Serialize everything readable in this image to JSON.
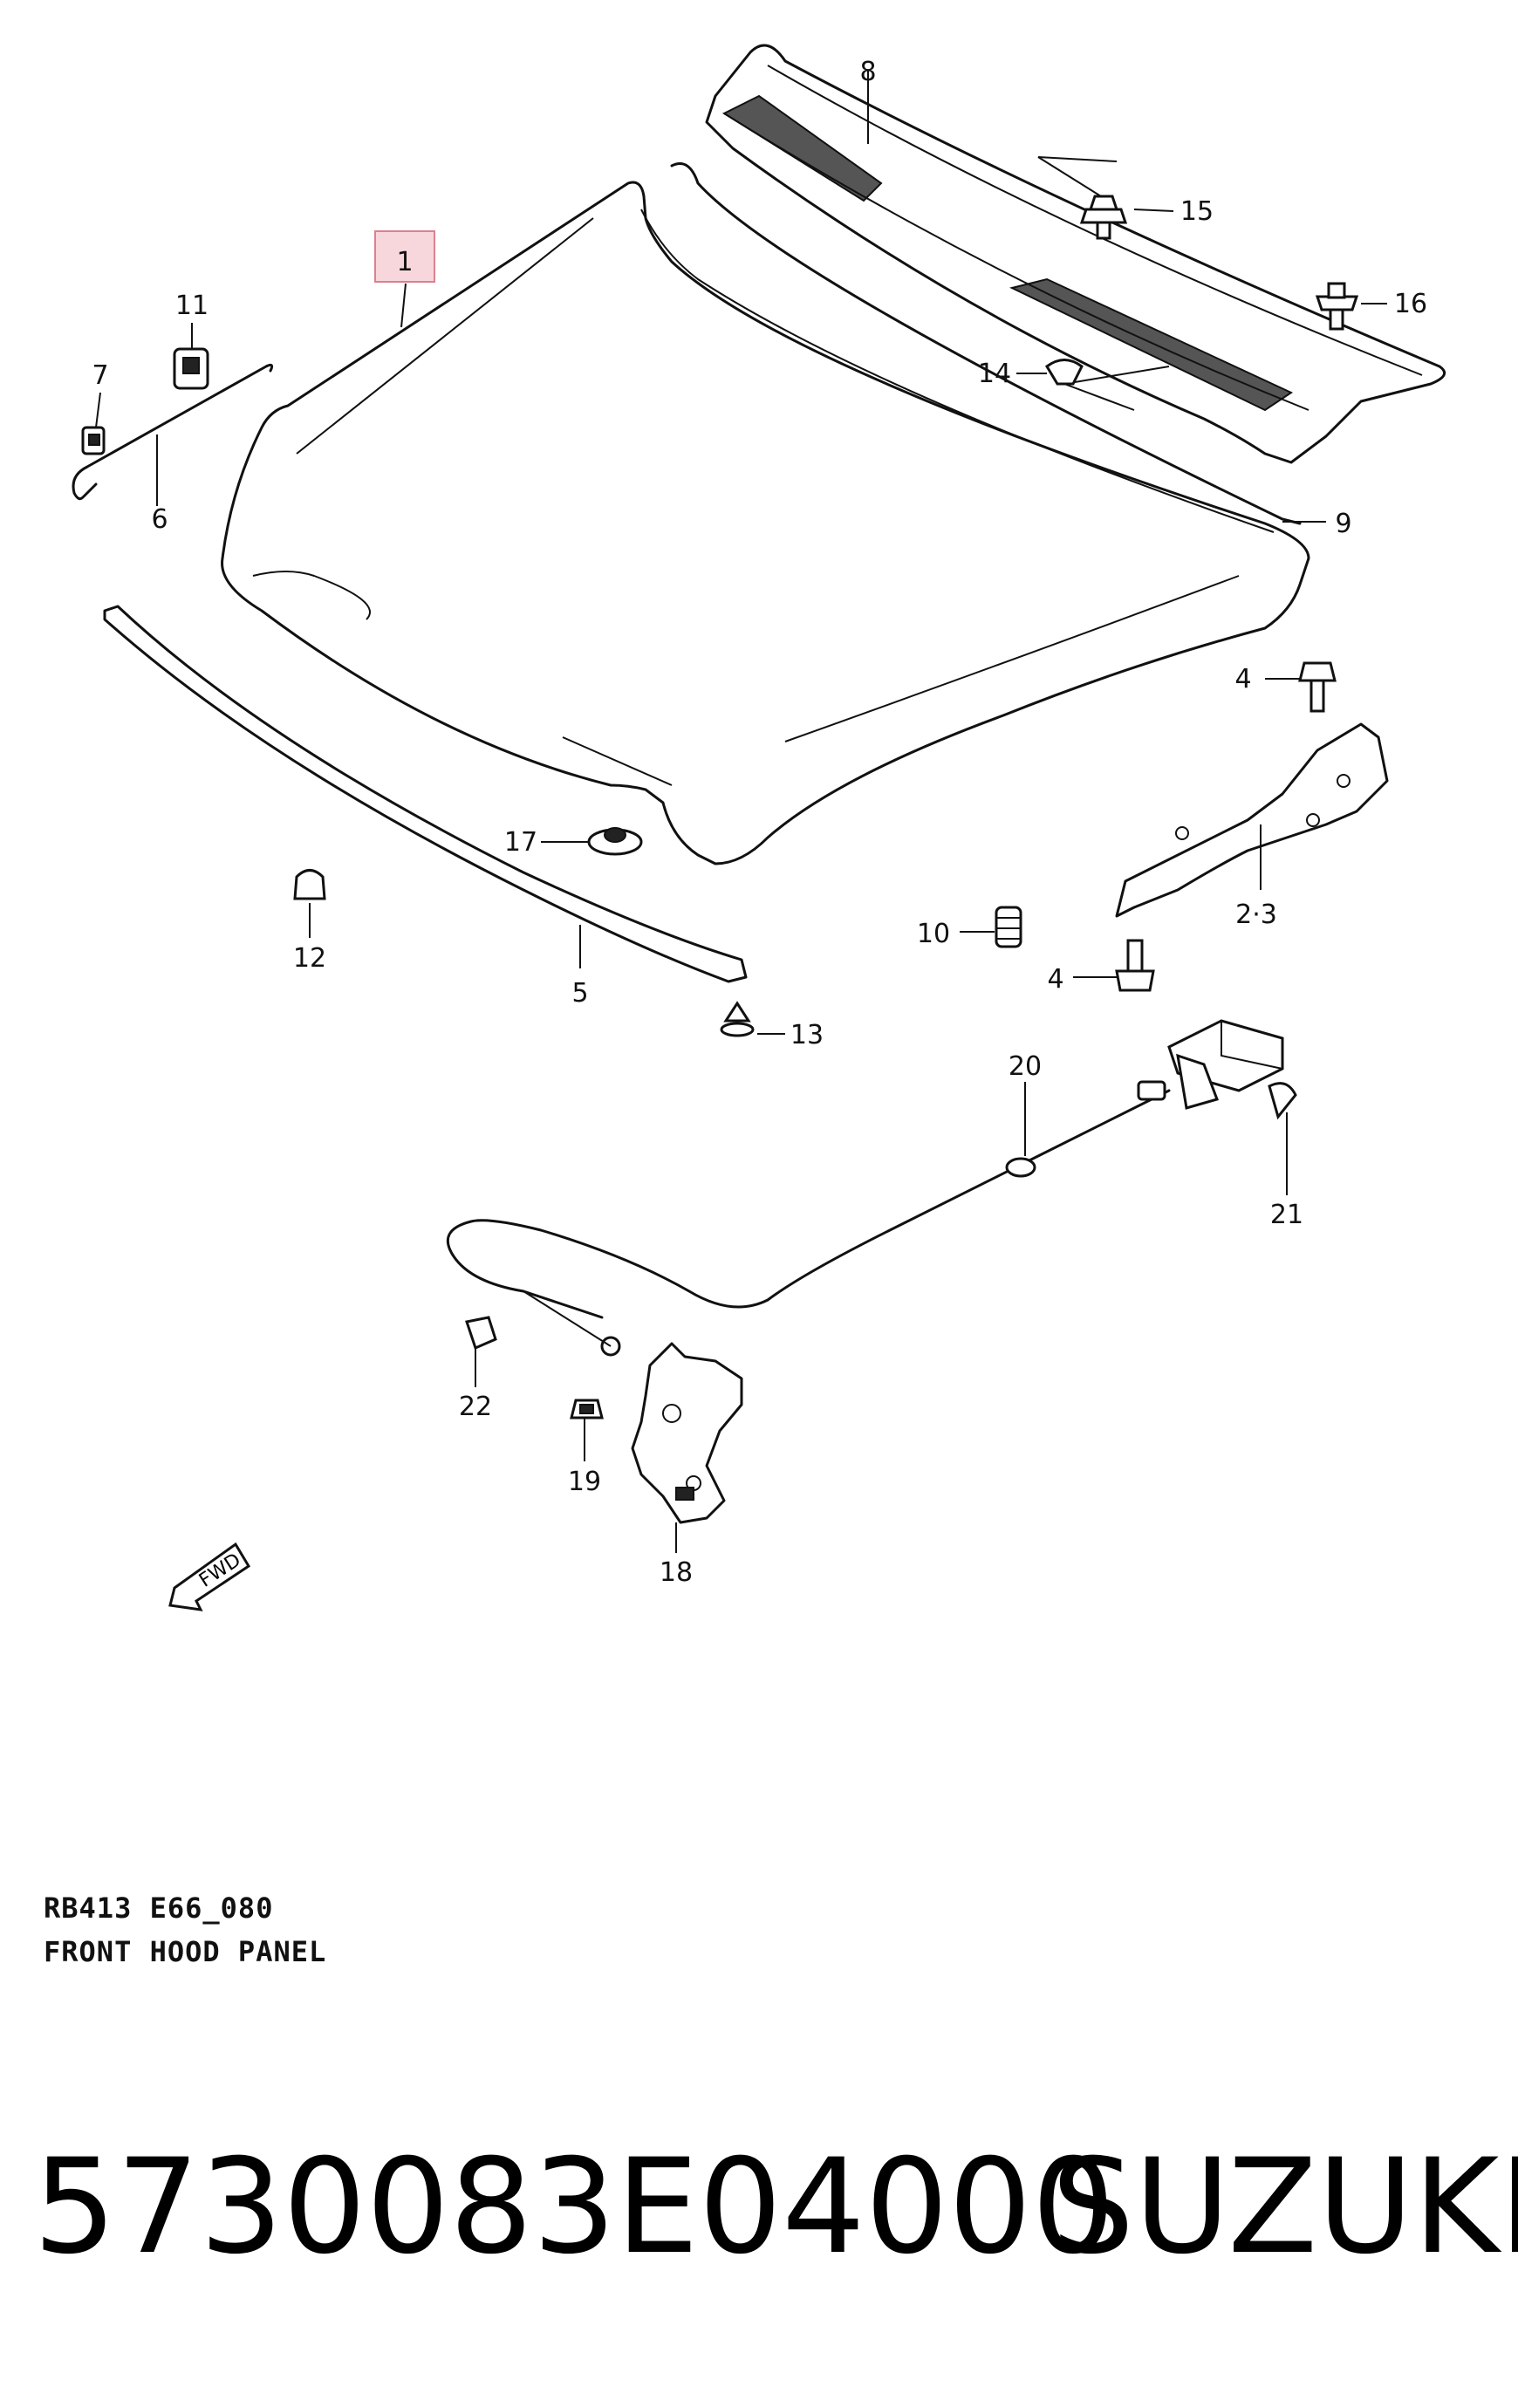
{
  "diagram": {
    "callouts": [
      {
        "id": "c1",
        "label": "1",
        "highlighted": true
      },
      {
        "id": "c2",
        "label": "2·3"
      },
      {
        "id": "c4a",
        "label": "4"
      },
      {
        "id": "c4b",
        "label": "4"
      },
      {
        "id": "c5",
        "label": "5"
      },
      {
        "id": "c6",
        "label": "6"
      },
      {
        "id": "c7",
        "label": "7"
      },
      {
        "id": "c8",
        "label": "8"
      },
      {
        "id": "c9",
        "label": "9"
      },
      {
        "id": "c10",
        "label": "10"
      },
      {
        "id": "c11",
        "label": "11"
      },
      {
        "id": "c12",
        "label": "12"
      },
      {
        "id": "c13",
        "label": "13"
      },
      {
        "id": "c14",
        "label": "14"
      },
      {
        "id": "c15",
        "label": "15"
      },
      {
        "id": "c16",
        "label": "16"
      },
      {
        "id": "c17",
        "label": "17"
      },
      {
        "id": "c18",
        "label": "18"
      },
      {
        "id": "c19",
        "label": "19"
      },
      {
        "id": "c20",
        "label": "20"
      },
      {
        "id": "c21",
        "label": "21"
      },
      {
        "id": "c22",
        "label": "22"
      }
    ],
    "fwd_label": "FWD",
    "highlight_color": "#f8d7dc",
    "highlight_border": "#d9818f"
  },
  "footer": {
    "code": "RB413 E66_080",
    "name": "FRONT HOOD PANEL"
  },
  "product": {
    "part_number": "5730083E04000",
    "brand": "SUZUKI"
  }
}
